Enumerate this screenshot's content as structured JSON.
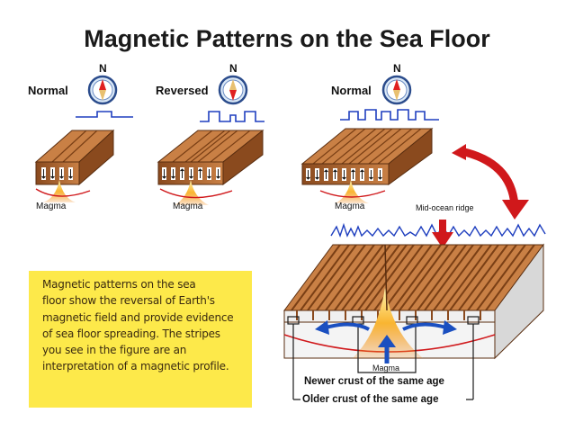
{
  "title": "Magnetic Patterns on the Sea Floor",
  "compass": {
    "north_label": "N",
    "states": [
      "Normal",
      "Reversed",
      "Normal"
    ]
  },
  "labels": {
    "magma": "Magma",
    "mid_ocean_ridge": "Mid-ocean ridge",
    "newer_crust": "Newer crust of the same age",
    "older_crust": "Older crust of the same age"
  },
  "caption": {
    "lines": [
      "Magnetic patterns on the sea",
      "floor show the reversal of Earth's",
      "magnetic field and provide evidence",
      "of sea floor spreading. The stripes",
      "you see in the figure are an",
      "interpretation of a magnetic profile."
    ]
  },
  "colors": {
    "caption_bg": "#fde94a",
    "magnetic_profile": "#1f3fbf",
    "arrow_red": "#d0181b",
    "spread_arrow_blue": "#1a4fc0",
    "crust_brown": "#b9703a",
    "magma_orange": "#f7a21b"
  }
}
